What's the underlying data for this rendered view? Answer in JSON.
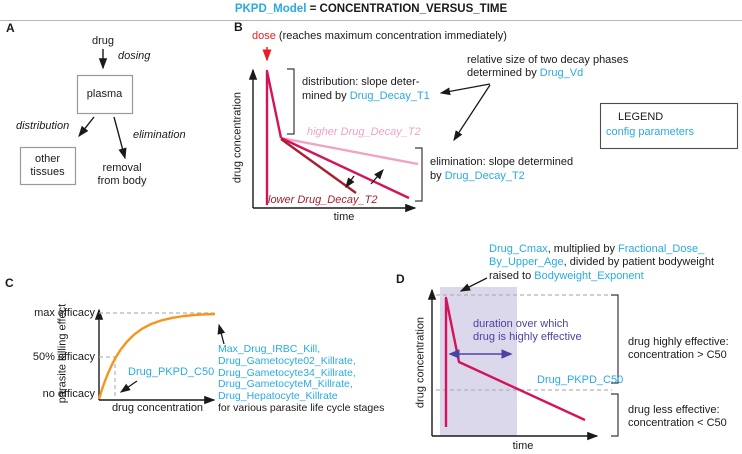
{
  "title": {
    "model_param": "PKPD_Model",
    "equals_value": " = CONCENTRATION_VERSUS_TIME"
  },
  "colors": {
    "config_param_cyan": "#29ABE2",
    "dose_red": "#ED1C24",
    "curve_magenta": "#D4145A",
    "higher_decay_pink": "#F0A3C3",
    "lower_decay_dark_red": "#A8202E",
    "efficacy_orange": "#F7941E",
    "duration_purple": "#4C42A6",
    "duration_fill_lavender": "#DBD8EC",
    "dashed_gray": "#B3B3B3"
  },
  "panel_a": {
    "label": "A",
    "drug": "drug",
    "dosing": "dosing",
    "plasma": "plasma",
    "distribution": "distribution",
    "elimination": "elimination",
    "other_tissues": "other tissues",
    "removal": "removal from body"
  },
  "panel_b": {
    "label": "B",
    "dose": "dose",
    "dose_note": "(reaches maximum concentration immediately)",
    "ylabel": "drug concentration",
    "xlabel": "time",
    "distribution_line1": "distribution: slope deter-",
    "distribution_line2_prefix": "mined by ",
    "distribution_param": "Drug_Decay_T1",
    "higher_label": "higher Drug_Decay_T2",
    "lower_label": "lower Drug_Decay_T2",
    "relative_line1": "relative size of two decay phases",
    "relative_line2_prefix": "determined by ",
    "relative_param": "Drug_Vd",
    "elimination_line1": "elimination: slope determined",
    "elimination_line2_prefix": "by ",
    "elimination_param": "Drug_Decay_T2",
    "legend_title": "LEGEND",
    "legend_item": "config parameters"
  },
  "panel_c": {
    "label": "C",
    "ylabel": "parasite killing effect",
    "xlabel": "drug concentration",
    "max_efficacy": "max efficacy",
    "half_efficacy": "50% efficacy",
    "no_efficacy": "no efficacy",
    "c50_param": "Drug_PKPD_C50",
    "kill_params": [
      "Max_Drug_IRBC_Kill,",
      "Drug_Gametocyte02_Killrate,",
      "Drug_Gametocyte34_Killrate,",
      "Drug_GametocyteM_Killrate,",
      "Drug_Hepatocyte_Killrate"
    ],
    "kill_note": "for various parasite life cycle stages"
  },
  "panel_d": {
    "label": "D",
    "ylabel": "drug concentration",
    "xlabel": "time",
    "cmax_param": "Drug_Cmax",
    "cmax_mid1": ", multiplied by ",
    "fractional_param": "Fractional_Dose_",
    "upper_age_param": "By_Upper_Age",
    "cmax_mid2": ", divided by patient bodyweight",
    "cmax_mid3": "raised to ",
    "bodyweight_param": "Bodyweight_Exponent",
    "duration_line1": "duration over which",
    "duration_line2": "drug is highly effective",
    "c50_param": "Drug_PKPD_C50",
    "high_line1": "drug highly effective:",
    "high_line2": "concentration > C50",
    "low_line1": "drug less effective:",
    "low_line2": "concentration < C50"
  }
}
